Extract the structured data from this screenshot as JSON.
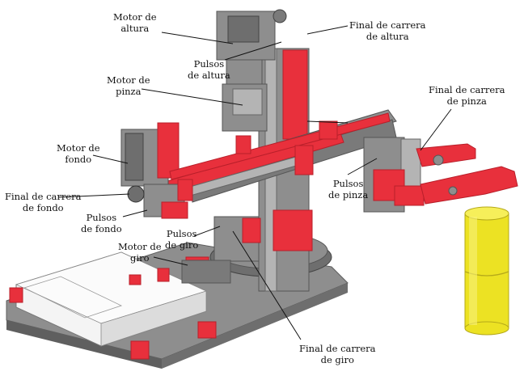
{
  "colors": {
    "gray": "#8e8e8e",
    "gray_dark": "#5f5f5f",
    "gray_light": "#b4b4b4",
    "red": "#e8303c",
    "red_dark": "#b81f2a",
    "yellow": "#ece223",
    "yellow_dark": "#b5a91a",
    "white_part": "#f4f4f4",
    "leader": "#111111"
  },
  "labels": {
    "motor_altura": [
      "Motor de",
      "altura"
    ],
    "pulsos_altura": [
      "Pulsos",
      "de altura"
    ],
    "final_altura": [
      "Final de carrera",
      "de altura"
    ],
    "motor_pinza": [
      "Motor de",
      "pinza"
    ],
    "final_pinza": [
      "Final de carrera",
      "de pinza"
    ],
    "motor_fondo": [
      "Motor de",
      "fondo"
    ],
    "final_fondo": [
      "Final de carrera",
      "de fondo"
    ],
    "pulsos_fondo": [
      "Pulsos",
      "de fondo"
    ],
    "pulsos_pinza": [
      "Pulsos",
      "de pinza"
    ],
    "pulsos_giro": [
      "Pulsos",
      "de giro"
    ],
    "motor_giro": [
      "Motor de",
      "giro"
    ],
    "final_giro": [
      "Final de carrera",
      "de giro"
    ]
  }
}
